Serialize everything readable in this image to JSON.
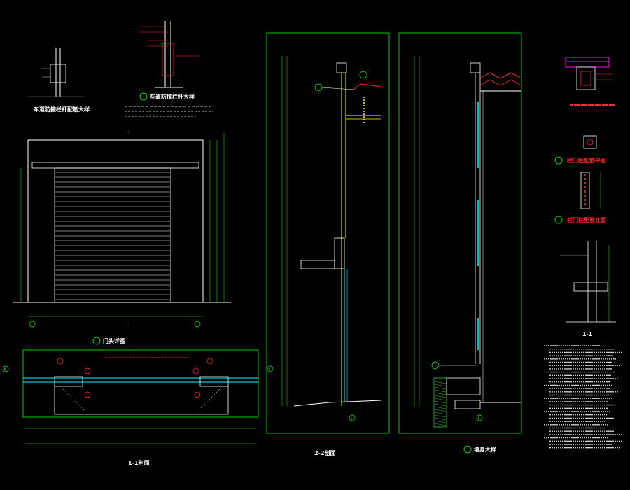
{
  "drawing": {
    "titles": {
      "rail_bracket": "车道防撞栏杆配筋大样",
      "rail_detail": "车道防撞栏杆大样",
      "door_elevation": "门头详图",
      "section_1_1": "1-1剖面",
      "section_2_2": "2-2剖面",
      "wall_detail": "墙身大样",
      "red_detail": "",
      "post_plan": "栏门柱配筋平面",
      "post_elev": "栏门柱配筋立面",
      "section_small": "1-1"
    },
    "grid_marks": {
      "a": "A",
      "b": "B",
      "one": "1",
      "two": "2"
    },
    "red_note": "",
    "colors": {
      "background": "#000000",
      "frame": "#00ff00",
      "yellow": "#ffff00",
      "cyan": "#00ffff",
      "red": "#ff2b2b",
      "magenta": "#ff00ff",
      "white": "#ffffff",
      "hatch_green": "#33cc33"
    }
  }
}
